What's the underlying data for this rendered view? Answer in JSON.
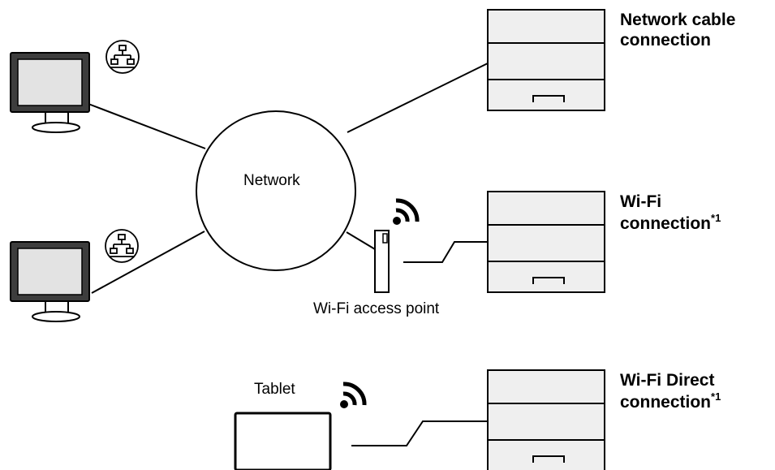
{
  "labels": {
    "network": "Network",
    "wifi_access_point": "Wi-Fi access point",
    "tablet": "Tablet"
  },
  "connections": {
    "cable": {
      "line1": "Network cable",
      "line2": "connection"
    },
    "wifi": {
      "line1": "Wi-Fi",
      "line2": "connection",
      "note": "*1"
    },
    "wifi_direct": {
      "line1": "Wi-Fi Direct",
      "line2": "connection",
      "note": "*1"
    }
  },
  "colors": {
    "stroke": "#000000",
    "device_fill": "#efefef",
    "screen_fill": "#e3e3e3",
    "background": "#ffffff"
  },
  "icons": [
    "network-icon",
    "computer-icon",
    "printer-icon",
    "wifi-signal-icon",
    "access-point-icon",
    "tablet-icon"
  ]
}
